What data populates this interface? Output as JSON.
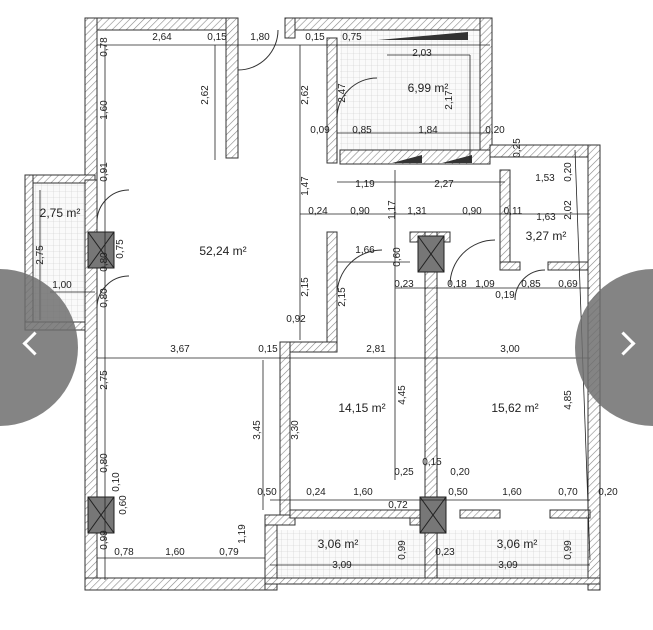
{
  "plan": {
    "areas": [
      "52,24 m²",
      "6,99 m²",
      "2,75 m²",
      "3,27 m²",
      "14,15 m²",
      "15,62 m²",
      "3,06 m²",
      "3,06 m²"
    ],
    "dims_h": [
      "2,64",
      "0,15",
      "1,80",
      "0,15",
      "0,75",
      "2,03",
      "0,09",
      "0,85",
      "1,84",
      "0,20",
      "1,19",
      "2,27",
      "1,53",
      "0,24",
      "0,90",
      "1,31",
      "0,90",
      "0,11",
      "1,63",
      "1,66",
      "0,23",
      "0,18",
      "1,09",
      "0,85",
      "0,69",
      "0,19",
      "1,00",
      "0,92",
      "3,67",
      "0,15",
      "2,81",
      "3,00",
      "0,25",
      "0,15",
      "0,20",
      "0,50",
      "0,24",
      "1,60",
      "0,72",
      "0,50",
      "1,60",
      "0,70",
      "0,20",
      "0,78",
      "1,60",
      "0,79",
      "3,09",
      "0,23",
      "3,09"
    ],
    "dims_v": [
      "0,78",
      "1,60",
      "0,91",
      "2,62",
      "2,62",
      "2,47",
      "2,17",
      "0,25",
      "0,20",
      "2,02",
      "1,47",
      "1,17",
      "0,80",
      "0,75",
      "0,80",
      "2,75",
      "2,15",
      "2,15",
      "0,60",
      "2,75",
      "3,45",
      "3,30",
      "4,45",
      "4,85",
      "0,80",
      "0,10",
      "0,60",
      "0,99",
      "1,19",
      "0,99",
      "0,99"
    ]
  },
  "carousel": {
    "prev_icon": "chevron-left-icon",
    "next_icon": "chevron-right-icon"
  }
}
